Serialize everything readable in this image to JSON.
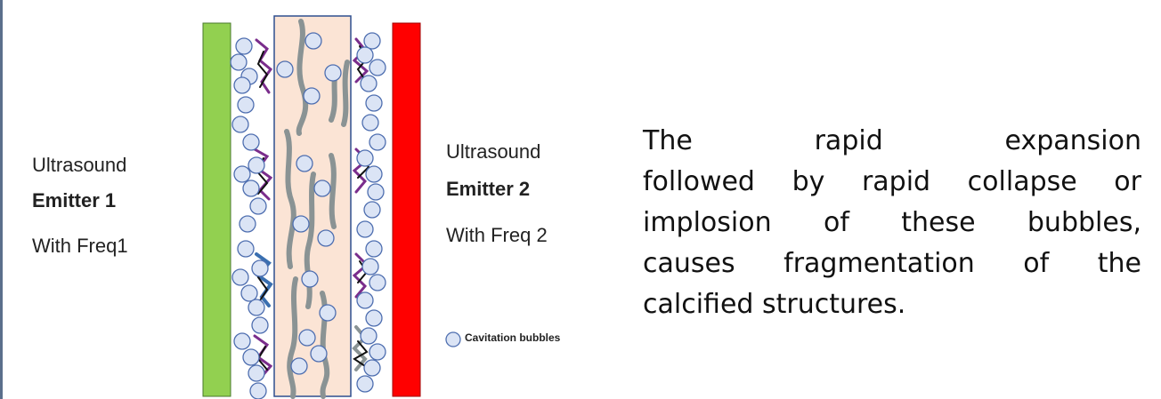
{
  "emitter1": {
    "line1": "Ultrasound",
    "line2": "Emitter 1",
    "freq": "With Freq1",
    "color": "#92d050"
  },
  "emitter2": {
    "line1": "Ultrasound",
    "line2": "Emitter 2",
    "freq": "With Freq 2",
    "color": "#ff0000"
  },
  "vessel": {
    "lumen_color": "#fbe4d5",
    "outline_color": "#2f4f8f"
  },
  "legend": {
    "label": "Cavitation bubbles",
    "bubble_fill": "#dbe4f5",
    "bubble_stroke": "#4f6fb0"
  },
  "description": {
    "lines": [
      "The rapid expansion",
      "followed by rapid collapse or",
      "implosion of these bubbles,",
      "causes fragmentation of the",
      "calcified structures."
    ]
  }
}
